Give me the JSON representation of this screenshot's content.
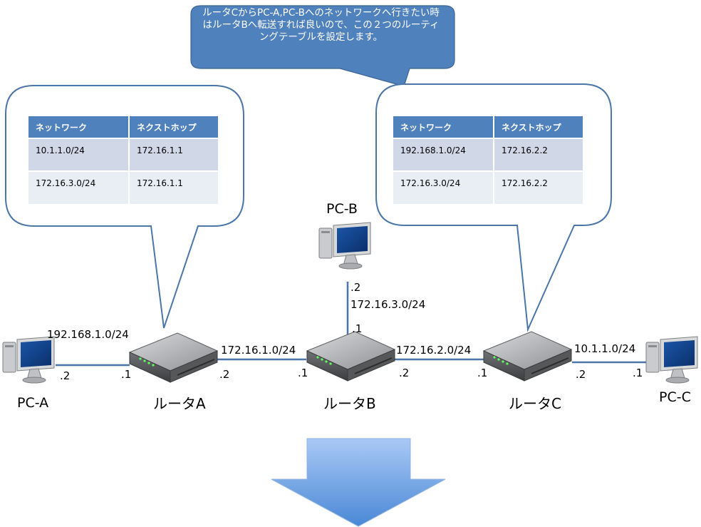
{
  "callout": {
    "text": "ルータCからPC-A,PC-Bへのネットワークへ行きたい時はルータBへ転送すれば良いので、この２つのルーティングテーブルを設定します。"
  },
  "tables": {
    "router_a": {
      "headers": [
        "ネットワーク",
        "ネクストホップ"
      ],
      "rows": [
        [
          "10.1.1.0/24",
          "172.16.1.1"
        ],
        [
          "172.16.3.0/24",
          "172.16.1.1"
        ]
      ]
    },
    "router_c": {
      "headers": [
        "ネットワーク",
        "ネクストホップ"
      ],
      "rows": [
        [
          "192.168.1.0/24",
          "172.16.2.2"
        ],
        [
          "172.16.3.0/24",
          "172.16.2.2"
        ]
      ]
    }
  },
  "devices": {
    "pc_a": "PC-A",
    "pc_b": "PC-B",
    "pc_c": "PC-C",
    "router_a": "ルータA",
    "router_b": "ルータB",
    "router_c": "ルータC"
  },
  "networks": {
    "net_a": "192.168.1.0/24",
    "net_ab": "172.16.1.0/24",
    "net_bc": "172.16.2.0/24",
    "net_c": "10.1.1.0/24",
    "net_b": "172.16.3.0/24"
  },
  "addresses": {
    "pc_a": ".2",
    "ra_left": ".1",
    "ra_right": ".2",
    "rb_left": ".1",
    "rb_right": ".2",
    "rc_left": ".1",
    "rc_right": ".2",
    "pc_c": ".1",
    "pc_b": ".2",
    "rb_top": ".1"
  },
  "colors": {
    "callout_fill": "#4f81bd",
    "bubble_stroke": "#4a76a8",
    "link": "#4a76a8",
    "table_header": "#4f81bd",
    "table_row_1": "#d0d8e8",
    "table_row_2": "#e9edf4",
    "arrow_top": "#a9c9f5",
    "arrow_bottom": "#4a88d6"
  },
  "icons": [
    "computer-icon",
    "router-icon",
    "down-arrow"
  ]
}
